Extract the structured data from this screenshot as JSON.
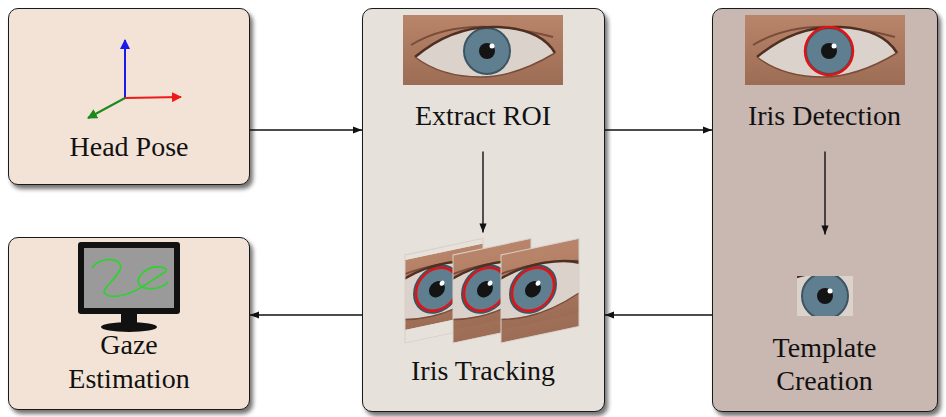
{
  "diagram": {
    "nodes": [
      {
        "text": [
          "Head Pose"
        ]
      },
      {
        "text": []
      },
      {
        "text": [
          "Extract ROI"
        ],
        "in": 1
      },
      {
        "text": [
          "Iris Tracking"
        ],
        "in": 1
      },
      {
        "text": []
      },
      {
        "text": [
          "Iris Detection"
        ],
        "in": 4
      },
      {
        "text": [
          "Template Creation"
        ],
        "in": 4
      },
      {
        "text": [
          "Gaze Estimation"
        ]
      }
    ],
    "edges": [
      {
        "from": 0,
        "to": 1,
        "arrow": "to"
      },
      {
        "from": 1,
        "to": 4,
        "arrow": "to"
      },
      {
        "from": 2,
        "to": 3,
        "arrow": "to"
      },
      {
        "from": 5,
        "to": 6,
        "arrow": "to"
      },
      {
        "from": 4,
        "to": 1,
        "arrow": "to"
      },
      {
        "from": 1,
        "to": 7,
        "arrow": "to"
      }
    ]
  }
}
